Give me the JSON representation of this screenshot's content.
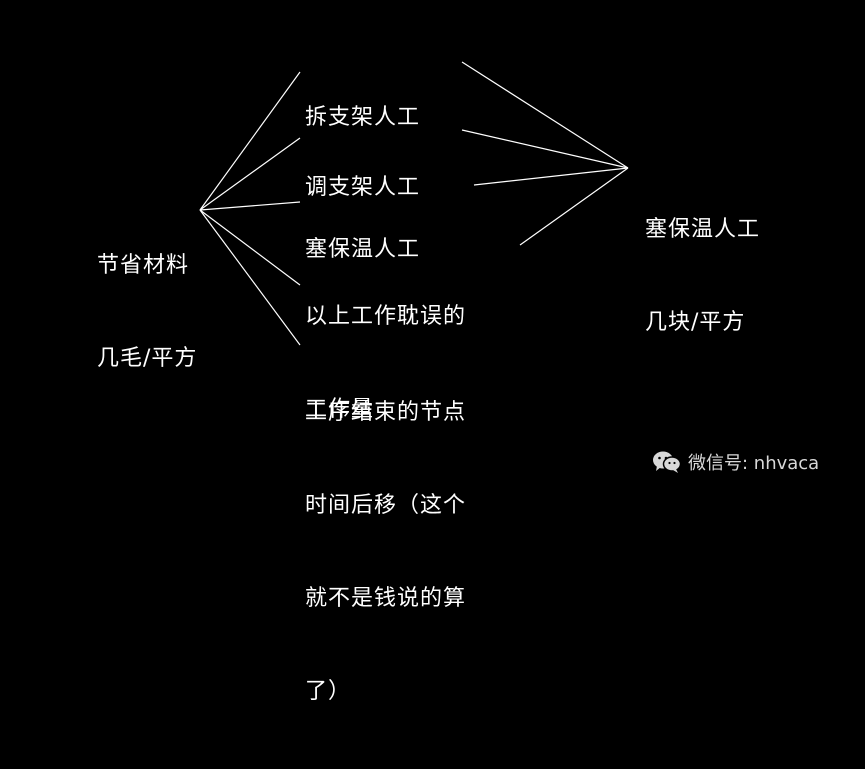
{
  "diagram": {
    "source_node": {
      "id": "source",
      "lines": [
        "节省材料",
        "几毛/平方"
      ]
    },
    "middle_nodes": [
      {
        "id": "m1",
        "lines": [
          "拆支架人工"
        ]
      },
      {
        "id": "m2",
        "lines": [
          "调支架人工"
        ]
      },
      {
        "id": "m3",
        "lines": [
          "塞保温人工"
        ]
      },
      {
        "id": "m4",
        "lines": [
          "以上工作耽误的",
          "工作量"
        ]
      },
      {
        "id": "m5",
        "lines": [
          "工序结束的节点",
          "时间后移（这个",
          "就不是钱说的算",
          "了）"
        ]
      }
    ],
    "target_node": {
      "id": "target",
      "lines": [
        "塞保温人工",
        "几块/平方"
      ]
    },
    "edges": [
      [
        "source",
        "m1"
      ],
      [
        "source",
        "m2"
      ],
      [
        "source",
        "m3"
      ],
      [
        "source",
        "m4"
      ],
      [
        "source",
        "m5"
      ],
      [
        "m1",
        "target"
      ],
      [
        "m2",
        "target"
      ],
      [
        "m3",
        "target"
      ],
      [
        "m4",
        "target"
      ]
    ]
  },
  "watermark": {
    "icon": "wechat-icon",
    "text": "微信号: nhvaca"
  },
  "colors": {
    "background": "#000000",
    "text": "#ffffff",
    "line": "#ffffff",
    "watermark": "#d8d8d8"
  }
}
